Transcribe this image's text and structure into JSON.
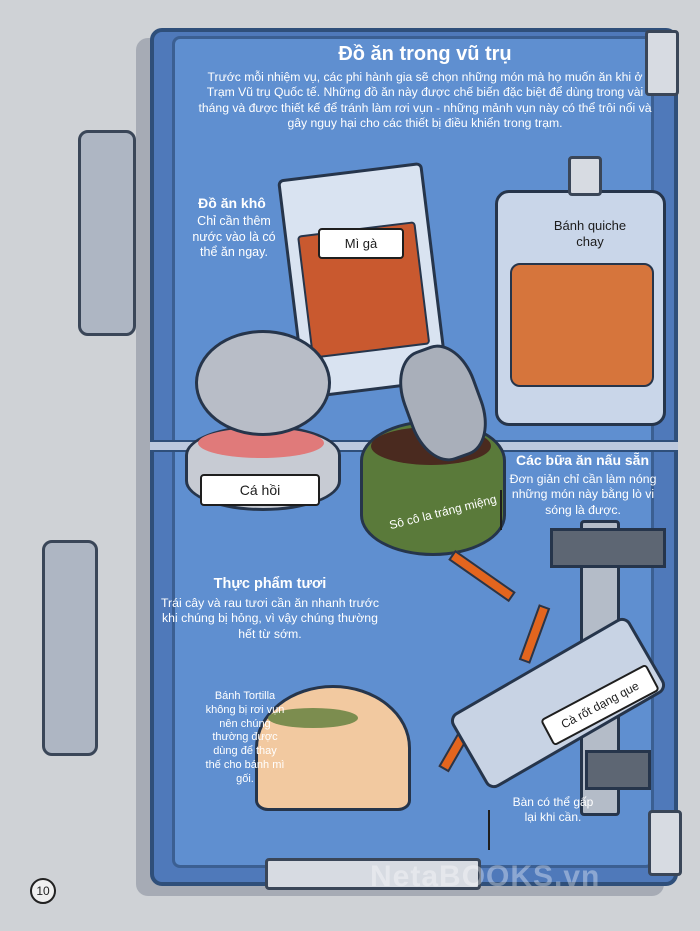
{
  "page_title": "Đồ ăn trong vũ trụ",
  "intro": "Trước mỗi nhiệm vụ, các phi hành gia sẽ chọn những món mà họ muốn ăn khi ở Trạm Vũ trụ Quốc tế. Những đồ ăn này được chế biến đặc biệt để dùng trong vài tháng và được thiết kế để tránh làm rơi vụn - những mảnh vụn này có thể trôi nổi và gây nguy hại cho các thiết bị điều khiển trong trạm.",
  "sections": {
    "dry": {
      "title": "Đồ ăn khô",
      "body": "Chỉ cần thêm nước vào là có thể ăn ngay."
    },
    "ready": {
      "title": "Các bữa ăn nấu sẵn",
      "body": "Đơn giản chỉ cần làm nóng những món này bằng lò vi sóng là được."
    },
    "fresh": {
      "title": "Thực phẩm tươi",
      "body": "Trái cây và rau tươi cần ăn nhanh trước khi chúng bị hỏng, vì vậy chúng thường hết từ sớm."
    }
  },
  "labels": {
    "noodles": "Mì gà",
    "quiche": "Bánh quiche chay",
    "salmon": "Cá hồi",
    "chocolate": "Sô cô la tráng miệng",
    "carrot": "Cà rốt dạng que"
  },
  "notes": {
    "tortilla": "Bánh Tortilla không bị rơi vụn nên chúng thường được dùng để thay thế cho bánh mì gối.",
    "fold": "Bàn có thể gấp lại khi cần."
  },
  "page_number": "10",
  "watermark": "NetaBOOKS.vn",
  "colors": {
    "case": "#4f79ba",
    "panel": "#5f8fd0",
    "text": "#ffffff"
  }
}
